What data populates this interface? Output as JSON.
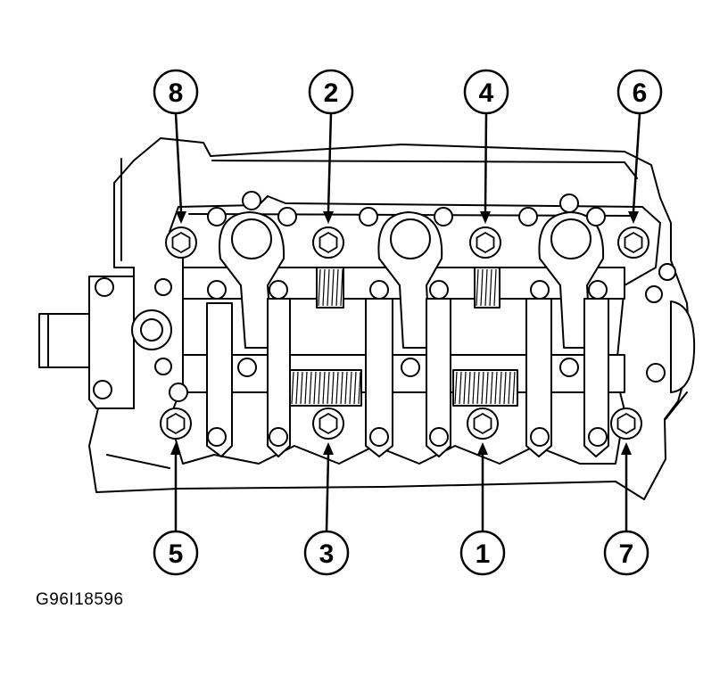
{
  "figure": {
    "id": "G96I18596"
  },
  "callouts": [
    {
      "label": "8"
    },
    {
      "label": "2"
    },
    {
      "label": "4"
    },
    {
      "label": "6"
    },
    {
      "label": "5"
    },
    {
      "label": "3"
    },
    {
      "label": "1"
    },
    {
      "label": "7"
    }
  ],
  "colors": {
    "line": "#000000",
    "background": "#ffffff"
  }
}
